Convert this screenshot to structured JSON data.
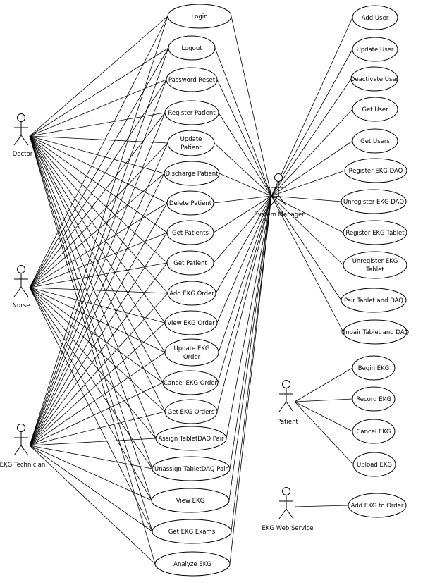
{
  "actors": [
    {
      "id": "doctor",
      "label": "Doctor"
    },
    {
      "id": "nurse",
      "label": "Nurse"
    },
    {
      "id": "tech",
      "label": "EKG Technician"
    },
    {
      "id": "sysmgr",
      "label": "System Manager"
    },
    {
      "id": "patient",
      "label": "Patient"
    },
    {
      "id": "websvc",
      "label": "EKG Web Service"
    }
  ],
  "use_cases": [
    {
      "id": "login",
      "lines": [
        "Login"
      ]
    },
    {
      "id": "logout",
      "lines": [
        "Logout"
      ]
    },
    {
      "id": "pwreset",
      "lines": [
        "Password Reset"
      ]
    },
    {
      "id": "regpat",
      "lines": [
        "Register Patient"
      ]
    },
    {
      "id": "updpat",
      "lines": [
        "Update",
        "Patient"
      ]
    },
    {
      "id": "dispat",
      "lines": [
        "Discharge Patient"
      ]
    },
    {
      "id": "delpat",
      "lines": [
        "Delete Patient"
      ]
    },
    {
      "id": "getpats",
      "lines": [
        "Get Patients"
      ]
    },
    {
      "id": "getpat",
      "lines": [
        "Get Patient"
      ]
    },
    {
      "id": "addord",
      "lines": [
        "Add EKG Order"
      ]
    },
    {
      "id": "vieword",
      "lines": [
        "View EKG Order"
      ]
    },
    {
      "id": "updord",
      "lines": [
        "Update EKG",
        "Order"
      ]
    },
    {
      "id": "cancord",
      "lines": [
        "Cancel EKG Order"
      ]
    },
    {
      "id": "getords",
      "lines": [
        "Get EKG Orders"
      ]
    },
    {
      "id": "assign",
      "lines": [
        "Assign TabletDAQ Pair"
      ]
    },
    {
      "id": "unassign",
      "lines": [
        "Unassign TabletDAQ Pair"
      ]
    },
    {
      "id": "viewekg",
      "lines": [
        "View EKG"
      ]
    },
    {
      "id": "getexams",
      "lines": [
        "Get EKG Exams"
      ]
    },
    {
      "id": "analyze",
      "lines": [
        "Analyze EKG"
      ]
    },
    {
      "id": "adduser",
      "lines": [
        "Add User"
      ]
    },
    {
      "id": "upduser",
      "lines": [
        "Update User"
      ]
    },
    {
      "id": "deactuser",
      "lines": [
        "Deactivate User"
      ]
    },
    {
      "id": "getuser",
      "lines": [
        "Get User"
      ]
    },
    {
      "id": "getusers",
      "lines": [
        "Get Users"
      ]
    },
    {
      "id": "regdaq",
      "lines": [
        "Register EKG DAQ"
      ]
    },
    {
      "id": "unregdaq",
      "lines": [
        "Unregister EKG DAQ"
      ]
    },
    {
      "id": "regtab",
      "lines": [
        "Register EKG Tablet"
      ]
    },
    {
      "id": "unregtab",
      "lines": [
        "Unregister EKG",
        "Tablet"
      ]
    },
    {
      "id": "pair",
      "lines": [
        "Pair Tablet and DAQ"
      ]
    },
    {
      "id": "unpair",
      "lines": [
        "Unpair Tablet and DAQ"
      ]
    },
    {
      "id": "begin",
      "lines": [
        "Begin EKG"
      ]
    },
    {
      "id": "record",
      "lines": [
        "Record EKG"
      ]
    },
    {
      "id": "cancel",
      "lines": [
        "Cancel EKG"
      ]
    },
    {
      "id": "upload",
      "lines": [
        "Upload EKG"
      ]
    },
    {
      "id": "addto",
      "lines": [
        "Add EKG to Order"
      ]
    }
  ],
  "associations": {
    "doctor": [
      "login",
      "logout",
      "pwreset",
      "regpat",
      "updpat",
      "dispat",
      "delpat",
      "getpats",
      "getpat",
      "addord",
      "vieword",
      "updord",
      "cancord",
      "getords",
      "assign",
      "unassign",
      "viewekg",
      "getexams",
      "analyze"
    ],
    "nurse": [
      "login",
      "logout",
      "pwreset",
      "regpat",
      "updpat",
      "dispat",
      "delpat",
      "getpats",
      "getpat",
      "addord",
      "vieword",
      "updord",
      "cancord",
      "getords",
      "assign",
      "unassign",
      "viewekg",
      "getexams"
    ],
    "tech": [
      "login",
      "logout",
      "pwreset",
      "regpat",
      "updpat",
      "dispat",
      "delpat",
      "getpats",
      "getpat",
      "addord",
      "vieword",
      "updord",
      "cancord",
      "getords",
      "assign",
      "unassign",
      "viewekg",
      "getexams",
      "analyze"
    ],
    "sysmgr": [
      "login",
      "logout",
      "pwreset",
      "regpat",
      "updpat",
      "dispat",
      "delpat",
      "getpats",
      "getpat",
      "addord",
      "vieword",
      "updord",
      "cancord",
      "getords",
      "assign",
      "unassign",
      "viewekg",
      "getexams",
      "analyze",
      "adduser",
      "upduser",
      "deactuser",
      "getuser",
      "getusers",
      "regdaq",
      "unregdaq",
      "regtab",
      "unregtab",
      "pair",
      "unpair"
    ],
    "patient": [
      "begin",
      "record",
      "cancel",
      "upload"
    ],
    "websvc": [
      "addto"
    ]
  }
}
